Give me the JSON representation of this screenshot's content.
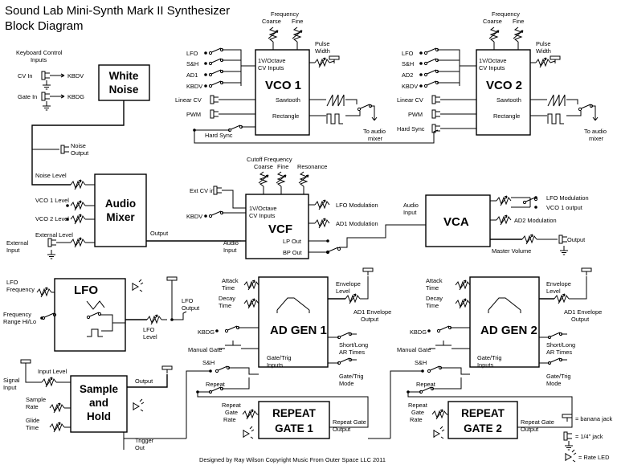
{
  "title": {
    "line1": "Sound Lab Mini-Synth Mark II Synthesizer",
    "line2": "Block Diagram"
  },
  "credit": "Designed by Ray Wilson Copyright Music From Outer Space LLC 2011",
  "legend": {
    "banana": "= banana jack",
    "quarter": "= 1/4\" jack",
    "led": "= Rate LED"
  },
  "kbd": {
    "title": "Keyboard Control",
    "inputs": "Inputs",
    "cv_in": "CV In",
    "gate_in": "Gate In",
    "kbdv": "KBDV",
    "kbdg": "KBDG"
  },
  "noise": {
    "block": [
      "White",
      "Noise"
    ],
    "output": [
      "Noise",
      "Output"
    ]
  },
  "mixer": {
    "block": [
      "Audio",
      "Mixer"
    ],
    "noise_level": "Noise Level",
    "vco1_level": "VCO 1 Level",
    "vco2_level": "VCO 2 Level",
    "ext_level": "External Level",
    "ext_input": [
      "External",
      "Input"
    ],
    "output": "Output"
  },
  "vco1": {
    "block": "VCO 1",
    "freq": "Frequency",
    "coarse": "Coarse",
    "fine": "Fine",
    "pw": [
      "Pulse",
      "Width"
    ],
    "cv": [
      "1V/Octave",
      "CV Inputs"
    ],
    "inputs": [
      "LFO",
      "S&H",
      "AD1",
      "KBDV",
      "Linear CV",
      "PWM",
      "Hard Sync"
    ],
    "saw": "Sawtooth",
    "rect": "Rectangle",
    "to_audio": [
      "To audio",
      "mixer"
    ]
  },
  "vco2": {
    "block": "VCO 2",
    "freq": "Frequency",
    "coarse": "Coarse",
    "fine": "Fine",
    "pw": [
      "Pulse",
      "Width"
    ],
    "cv": [
      "1V/Octave",
      "CV Inputs"
    ],
    "inputs": [
      "LFO",
      "S&H",
      "AD2",
      "KBDV",
      "Linear CV",
      "PWM",
      "Hard Sync"
    ],
    "saw": "Sawtooth",
    "rect": "Rectangle",
    "to_audio": [
      "To audio",
      "mixer"
    ]
  },
  "vcf": {
    "block": "VCF",
    "cutoff": "Cutoff Frequency",
    "coarse": "Coarse",
    "fine": "Fine",
    "res": "Resonance",
    "ext_cv": "Ext CV in",
    "kbdv": "KBDV",
    "cv": [
      "1V/Octave",
      "CV Inputs"
    ],
    "lfo_mod": "LFO Modulation",
    "ad1_mod": "AD1 Modulation",
    "lp": "LP Out",
    "bp": "BP Out",
    "audio_in": [
      "Audio",
      "Input"
    ]
  },
  "vca": {
    "block": "VCA",
    "audio_in": [
      "Audio",
      "Input"
    ],
    "lfo_mod": "LFO Modulation",
    "vco1_out": "VCO 1 output",
    "ad2_mod": "AD2 Modulation",
    "output": "Output",
    "master": "Master Volume"
  },
  "lfo": {
    "block": "LFO",
    "freq": [
      "LFO",
      "Frequency"
    ],
    "range": [
      "Frequency",
      "Range Hi/Lo"
    ],
    "output": [
      "LFO",
      "Output"
    ],
    "level": [
      "LFO",
      "Level"
    ]
  },
  "sh": {
    "block": [
      "Sample",
      "and",
      "Hold"
    ],
    "signal": [
      "Signal",
      "Input"
    ],
    "input_level": "Input Level",
    "rate": [
      "Sample",
      "Rate"
    ],
    "glide": [
      "Glide",
      "Time"
    ],
    "output": "Output",
    "trigger": [
      "Trigger",
      "Out"
    ]
  },
  "ad1": {
    "block": "AD GEN 1",
    "attack": [
      "Attack",
      "Time"
    ],
    "decay": [
      "Decay",
      "Time"
    ],
    "env_level": [
      "Envelope",
      "Level"
    ],
    "env_out": [
      "AD1 Envelope",
      "Output"
    ],
    "kbdg": "KBDG",
    "manual": "Manual Gate",
    "sh": "S&H",
    "repeat": "Repeat",
    "gate_in": [
      "Gate/Trig",
      "Inputs"
    ],
    "short_long": [
      "Short/Long",
      "AR Times"
    ],
    "mode": [
      "Gate/Trig",
      "Mode"
    ]
  },
  "ad2": {
    "block": "AD GEN 2",
    "attack": [
      "Attack",
      "Time"
    ],
    "decay": [
      "Decay",
      "Time"
    ],
    "env_level": [
      "Envelope",
      "Level"
    ],
    "env_out": [
      "AD1 Envelope",
      "Output"
    ],
    "kbdg": "KBDG",
    "manual": "Manual Gate",
    "sh": "S&H",
    "repeat": "Repeat",
    "gate_in": [
      "Gate/Trig",
      "Inputs"
    ],
    "short_long": [
      "Short/Long",
      "AR Times"
    ],
    "mode": [
      "Gate/Trig",
      "Mode"
    ]
  },
  "rg1": {
    "block": [
      "REPEAT",
      "GATE 1"
    ],
    "rate": [
      "Repeat",
      "Gate",
      "Rate"
    ],
    "output": [
      "Repeat Gate",
      "Output"
    ]
  },
  "rg2": {
    "block": [
      "REPEAT",
      "GATE 2"
    ],
    "rate": [
      "Repeat",
      "Gate",
      "Rate"
    ],
    "output": [
      "Repeat Gate",
      "Output"
    ]
  }
}
